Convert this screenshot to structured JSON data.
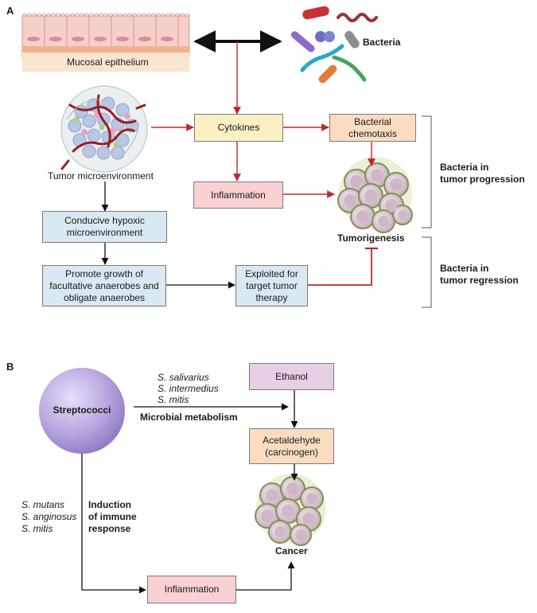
{
  "panel_a": {
    "label": "A",
    "epithelium_label": "Mucosal epithelium",
    "bacteria_label": "Bacteria",
    "tumor_microenvironment_label": "Tumor microenvironment",
    "cytokines": "Cytokines",
    "bacterial_chemotaxis": "Bacterial\nchemotaxis",
    "inflammation": "Inflammation",
    "hypoxic": "Conducive hypoxic\nmicroenvironment",
    "promote_growth": "Promote growth of\nfacultative anaerobes and\nobligate anaerobes",
    "exploited": "Exploited for\ntarget tumor\ntherapy",
    "tumorigenesis": "Tumorigenesis",
    "progression_label": "Bacteria in\ntumor progression",
    "regression_label": "Bacteria in\ntumor regression"
  },
  "panel_b": {
    "label": "B",
    "streptococci": "Streptococci",
    "metabolism_species": [
      "S. salivarius",
      "S. intermedius",
      "S. mitis"
    ],
    "microbial_metabolism": "Microbial metabolism",
    "ethanol": "Ethanol",
    "acetaldehyde": "Acetaldehyde\n(carcinogen)",
    "immune_species": [
      "S. mutans",
      "S. anginosus",
      "S. mitis"
    ],
    "induction_label": "Induction\nof immune\nresponse",
    "inflammation": "Inflammation",
    "cancer": "Cancer"
  },
  "colors": {
    "red_arrow": "#c0272d",
    "black_arrow": "#111111",
    "yellow_box": "#fbf0c5",
    "orange_box": "#fbdcc1",
    "pink_box": "#f9d1d3",
    "blue_box": "#d8e9f3",
    "purple_box": "#e7cfe5",
    "sphere": "#b9a6df"
  }
}
